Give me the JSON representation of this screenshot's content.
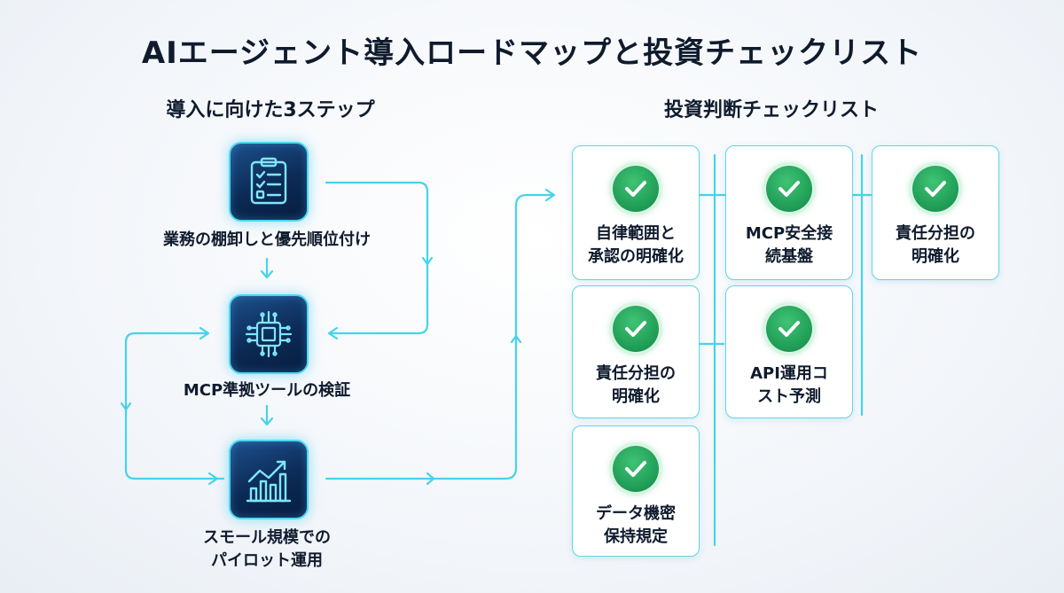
{
  "title": "AIエージェント導入ロードマップと投資チェックリスト",
  "steps_section": {
    "heading": "導入に向けた3ステップ",
    "steps": [
      {
        "icon": "clipboard-checklist-icon",
        "label": "業務の棚卸しと優先順位付け"
      },
      {
        "icon": "microchip-icon",
        "label": "MCP準拠ツールの検証"
      },
      {
        "icon": "growth-chart-icon",
        "label_line1": "スモール規模での",
        "label_line2": "パイロット運用"
      }
    ]
  },
  "checklist_section": {
    "heading": "投資判断チェックリスト",
    "items": [
      {
        "line1": "自律範囲と",
        "line2": "承認の明確化"
      },
      {
        "line1": "MCP安全接",
        "line2": "続基盤"
      },
      {
        "line1": "責任分担の",
        "line2": "明確化"
      },
      {
        "line1": "責任分担の",
        "line2": "明確化"
      },
      {
        "line1": "API運用コ",
        "line2": "スト予測"
      },
      {
        "line1": "データ機密",
        "line2": "保持規定"
      }
    ]
  },
  "colors": {
    "connector": "#45d4ea",
    "card_border": "#5fd6e6",
    "check_green": "#1e9a55",
    "icon_bg": "#0c2a55"
  }
}
